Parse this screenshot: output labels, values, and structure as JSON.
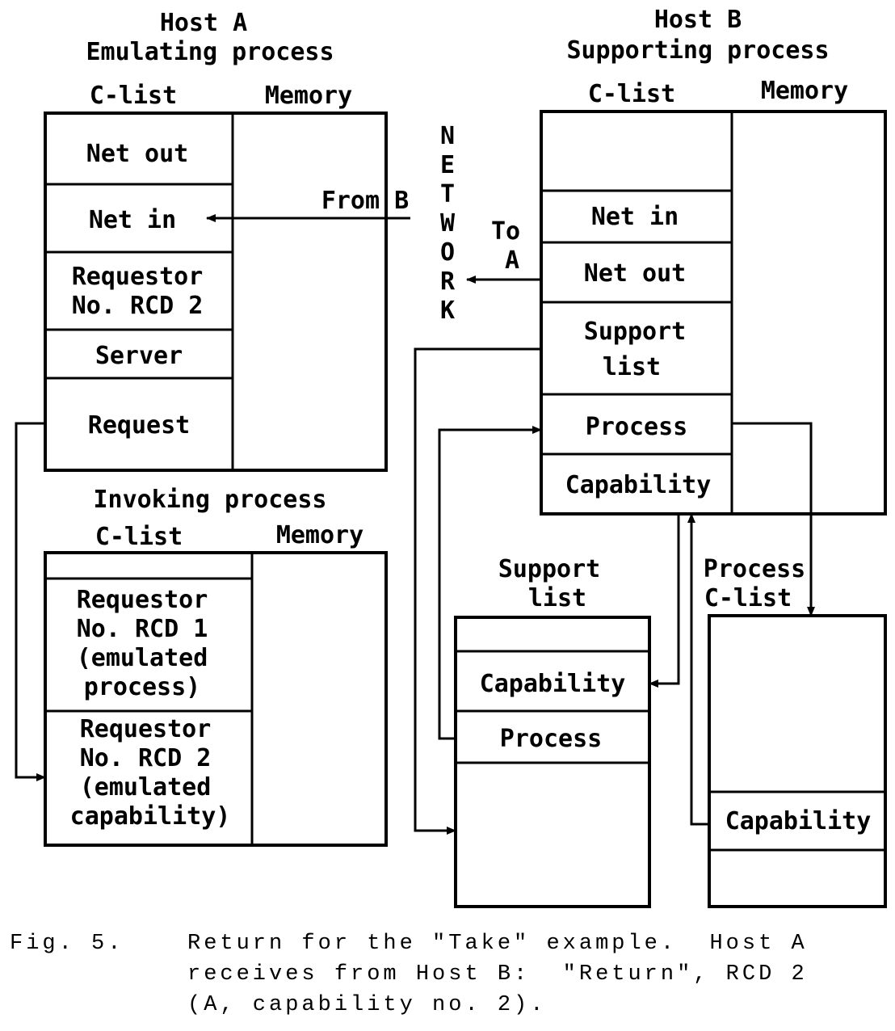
{
  "host_a": {
    "title": "Host A",
    "subtitle": "Emulating process",
    "clist_label": "C-list",
    "memory_label": "Memory",
    "slots": [
      "Net out",
      "Net in",
      "Requestor",
      "No. RCD 2",
      "Server",
      "Request"
    ],
    "from_label": "From B"
  },
  "invoking": {
    "title": "Invoking process",
    "clist_label": "C-list",
    "memory_label": "Memory",
    "slot1": [
      "Requestor",
      "No. RCD 1",
      "(emulated",
      "process)"
    ],
    "slot2": [
      "Requestor",
      "No. RCD 2",
      "(emulated",
      "capability)"
    ]
  },
  "network": {
    "letters": [
      "N",
      "E",
      "T",
      "W",
      "O",
      "R",
      "K"
    ]
  },
  "host_b": {
    "title": "Host B",
    "subtitle": "Supporting process",
    "clist_label": "C-list",
    "memory_label": "Memory",
    "slots": [
      "Net in",
      "Net out",
      "Support",
      "list",
      "Process",
      "Capability"
    ],
    "to_label": [
      "To",
      "A"
    ]
  },
  "support_list": {
    "title": [
      "Support",
      "list"
    ],
    "slots": [
      "Capability",
      "Process"
    ]
  },
  "process_clist": {
    "title": [
      "Process",
      "C-list"
    ],
    "slot": "Capability"
  },
  "caption": {
    "number": "Fig. 5.",
    "lines": [
      "Return for the \"Take\" example.  Host A",
      "receives from Host B:  \"Return\", RCD 2",
      "(A, capability no. 2)."
    ]
  }
}
